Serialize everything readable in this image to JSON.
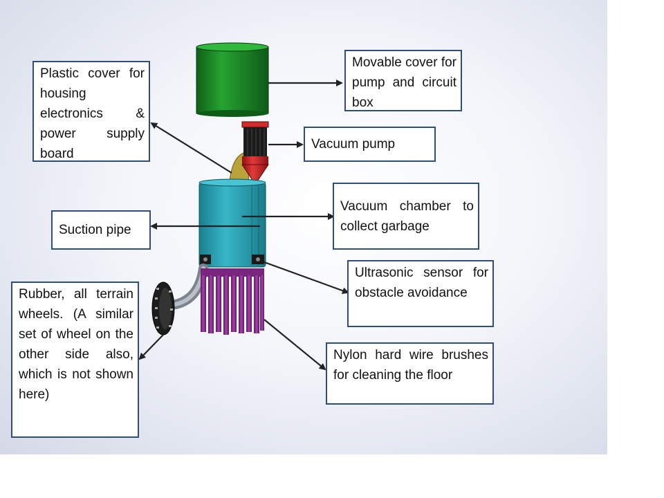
{
  "labels": {
    "plastic_cover": "Plastic cover for housing electronics & power supply board",
    "movable_cover": "Movable cover for pump and circuit box",
    "vacuum_pump": "Vacuum pump",
    "suction_pipe": "Suction pipe",
    "vacuum_chamber": "Vacuum chamber to collect garbage",
    "ultrasonic_sensor": "Ultrasonic sensor for obstacle avoidance",
    "wheels": "Rubber, all terrain wheels. (A similar set of wheel on the other side also, which is not shown here)",
    "brushes": "Nylon hard wire brushes for cleaning the floor"
  },
  "colors": {
    "box_border": "#2e4d7b",
    "cover": "#1f8a2a",
    "pump": "#c41f1f",
    "chamber": "#2aa3b5",
    "brushes": "#8a2a8f",
    "housing": "#b8a43a",
    "wheel": "#222222",
    "pipe": "#9aa0a8"
  }
}
